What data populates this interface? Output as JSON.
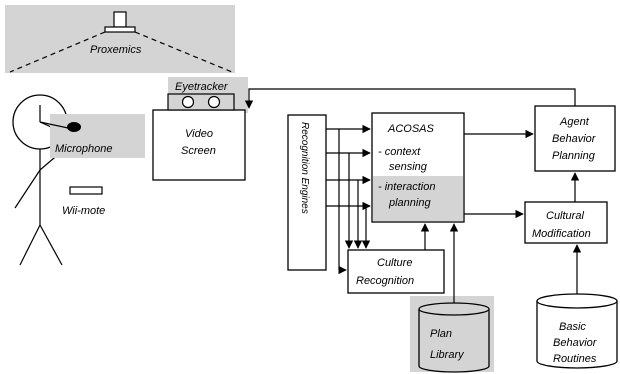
{
  "labels": {
    "proxemics": "Proxemics",
    "microphone": "Microphone",
    "wiimote": "Wii-mote",
    "eyetracker": "Eyetracker",
    "video_screen": [
      "Video",
      "Screen"
    ],
    "recognition_engines": "Recognition Engines",
    "acosas_title": "ACOSAS",
    "acosas_items": [
      "- context",
      "sensing",
      "- interaction",
      "planning"
    ],
    "culture_recognition": [
      "Culture",
      "Recognition"
    ],
    "plan_library": [
      "Plan",
      "Library"
    ],
    "agent_behavior_planning": [
      "Agent",
      "Behavior",
      "Planning"
    ],
    "cultural_modification": [
      "Cultural",
      "Modification"
    ],
    "basic_behavior_routines": [
      "Basic",
      "Behavior",
      "Routines"
    ]
  },
  "colors": {
    "highlight": "#d4d4d4",
    "stroke": "#000000"
  }
}
